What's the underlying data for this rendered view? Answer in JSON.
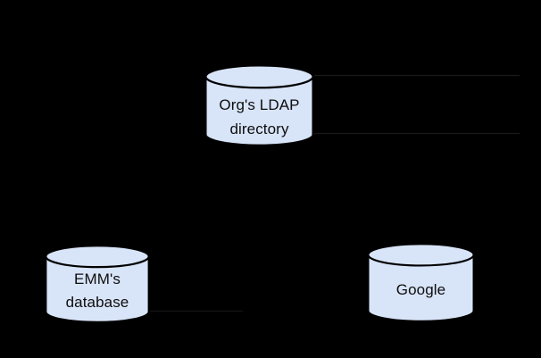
{
  "diagram": {
    "type": "database-sync-diagram",
    "background_color": "#000000",
    "nodes": {
      "ldap": {
        "shape": "cylinder",
        "line1": "Org's LDAP",
        "line2": "directory"
      },
      "emm": {
        "shape": "cylinder",
        "line1": "EMM's",
        "line2": "database"
      },
      "google": {
        "shape": "cylinder",
        "line1": "Google"
      }
    },
    "colors": {
      "cylinder_fill": "#d8e4f8",
      "cylinder_stroke": "#000000",
      "label_text": "#0e0e0e",
      "faint_line": "#1a1a1a",
      "faint_line_secondary": "#151515"
    }
  }
}
